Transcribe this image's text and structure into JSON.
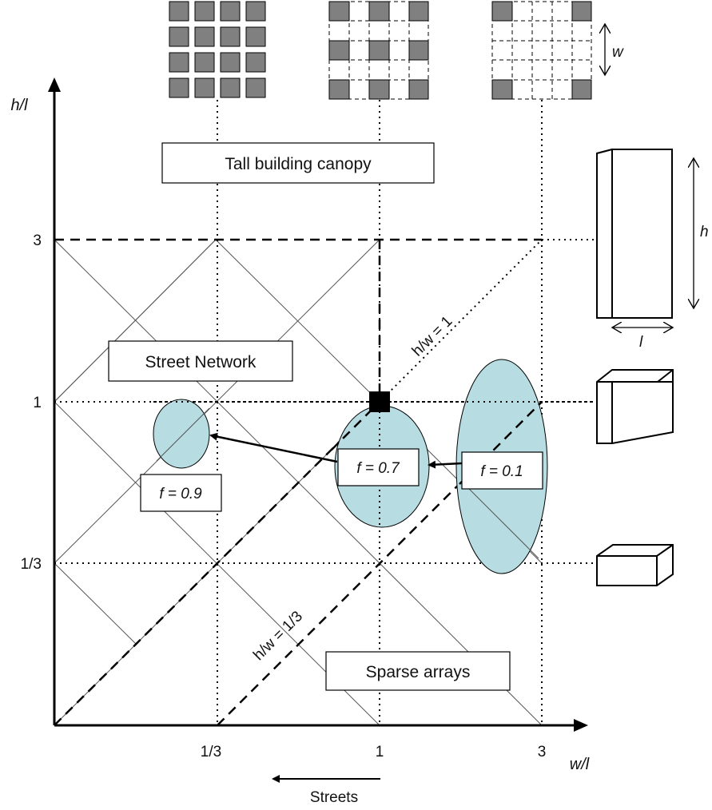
{
  "axes": {
    "x_title": "w/l",
    "y_title": "h/l",
    "x_ticks": [
      "1/3",
      "1",
      "3"
    ],
    "y_ticks": [
      "3",
      "1",
      "1/3"
    ]
  },
  "regions": {
    "tall": "Tall building canopy",
    "network": "Street Network",
    "sparse": "Sparse arrays"
  },
  "lines": {
    "hw1": "h/w = 1",
    "hw13": "h/w = 1/3"
  },
  "ellipses": [
    {
      "label": "f = 0.9"
    },
    {
      "label": "f = 0.7"
    },
    {
      "label": "f = 0.1"
    }
  ],
  "streets_label": "Streets",
  "dims": {
    "w": "w",
    "h": "h",
    "l": "l"
  },
  "colors": {
    "ellipse_fill": "#b7dde2",
    "block_fill": "#808080",
    "ink": "#000000"
  }
}
